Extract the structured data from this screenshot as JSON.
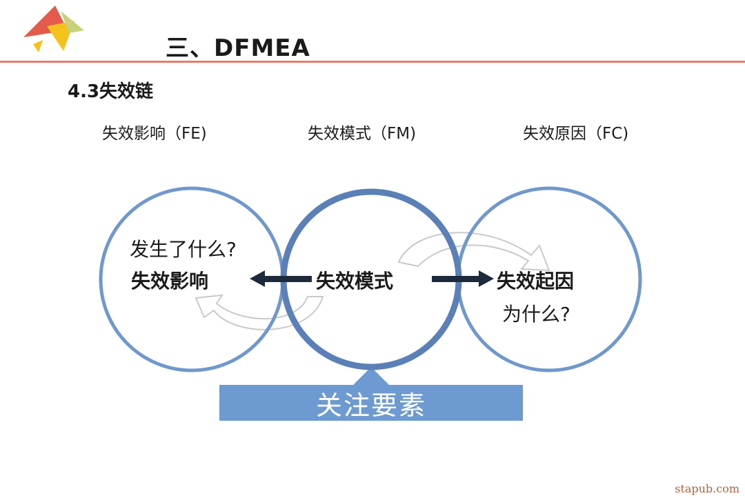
{
  "header": {
    "title": "三、DFMEA",
    "section": "4.3失效链"
  },
  "columns": {
    "effect": "失效影响（FE)",
    "mode": "失效模式（FM)",
    "cause": "失效原因（FC)"
  },
  "diagram": {
    "effect_question": "发生了什么?",
    "effect_label": "失效影响",
    "mode_label": "失效模式",
    "cause_label": "失效起因",
    "cause_question": "为什么?",
    "focus_label": "关注要素"
  },
  "watermark": "stapub.com",
  "colors": {
    "accent_rule": "#e8796c",
    "circle_stroke": "#6f98cc",
    "center_circle_stroke": "#5b80b8",
    "focus_box": "#6d9bd1",
    "arrow": "#1c2a3c"
  }
}
